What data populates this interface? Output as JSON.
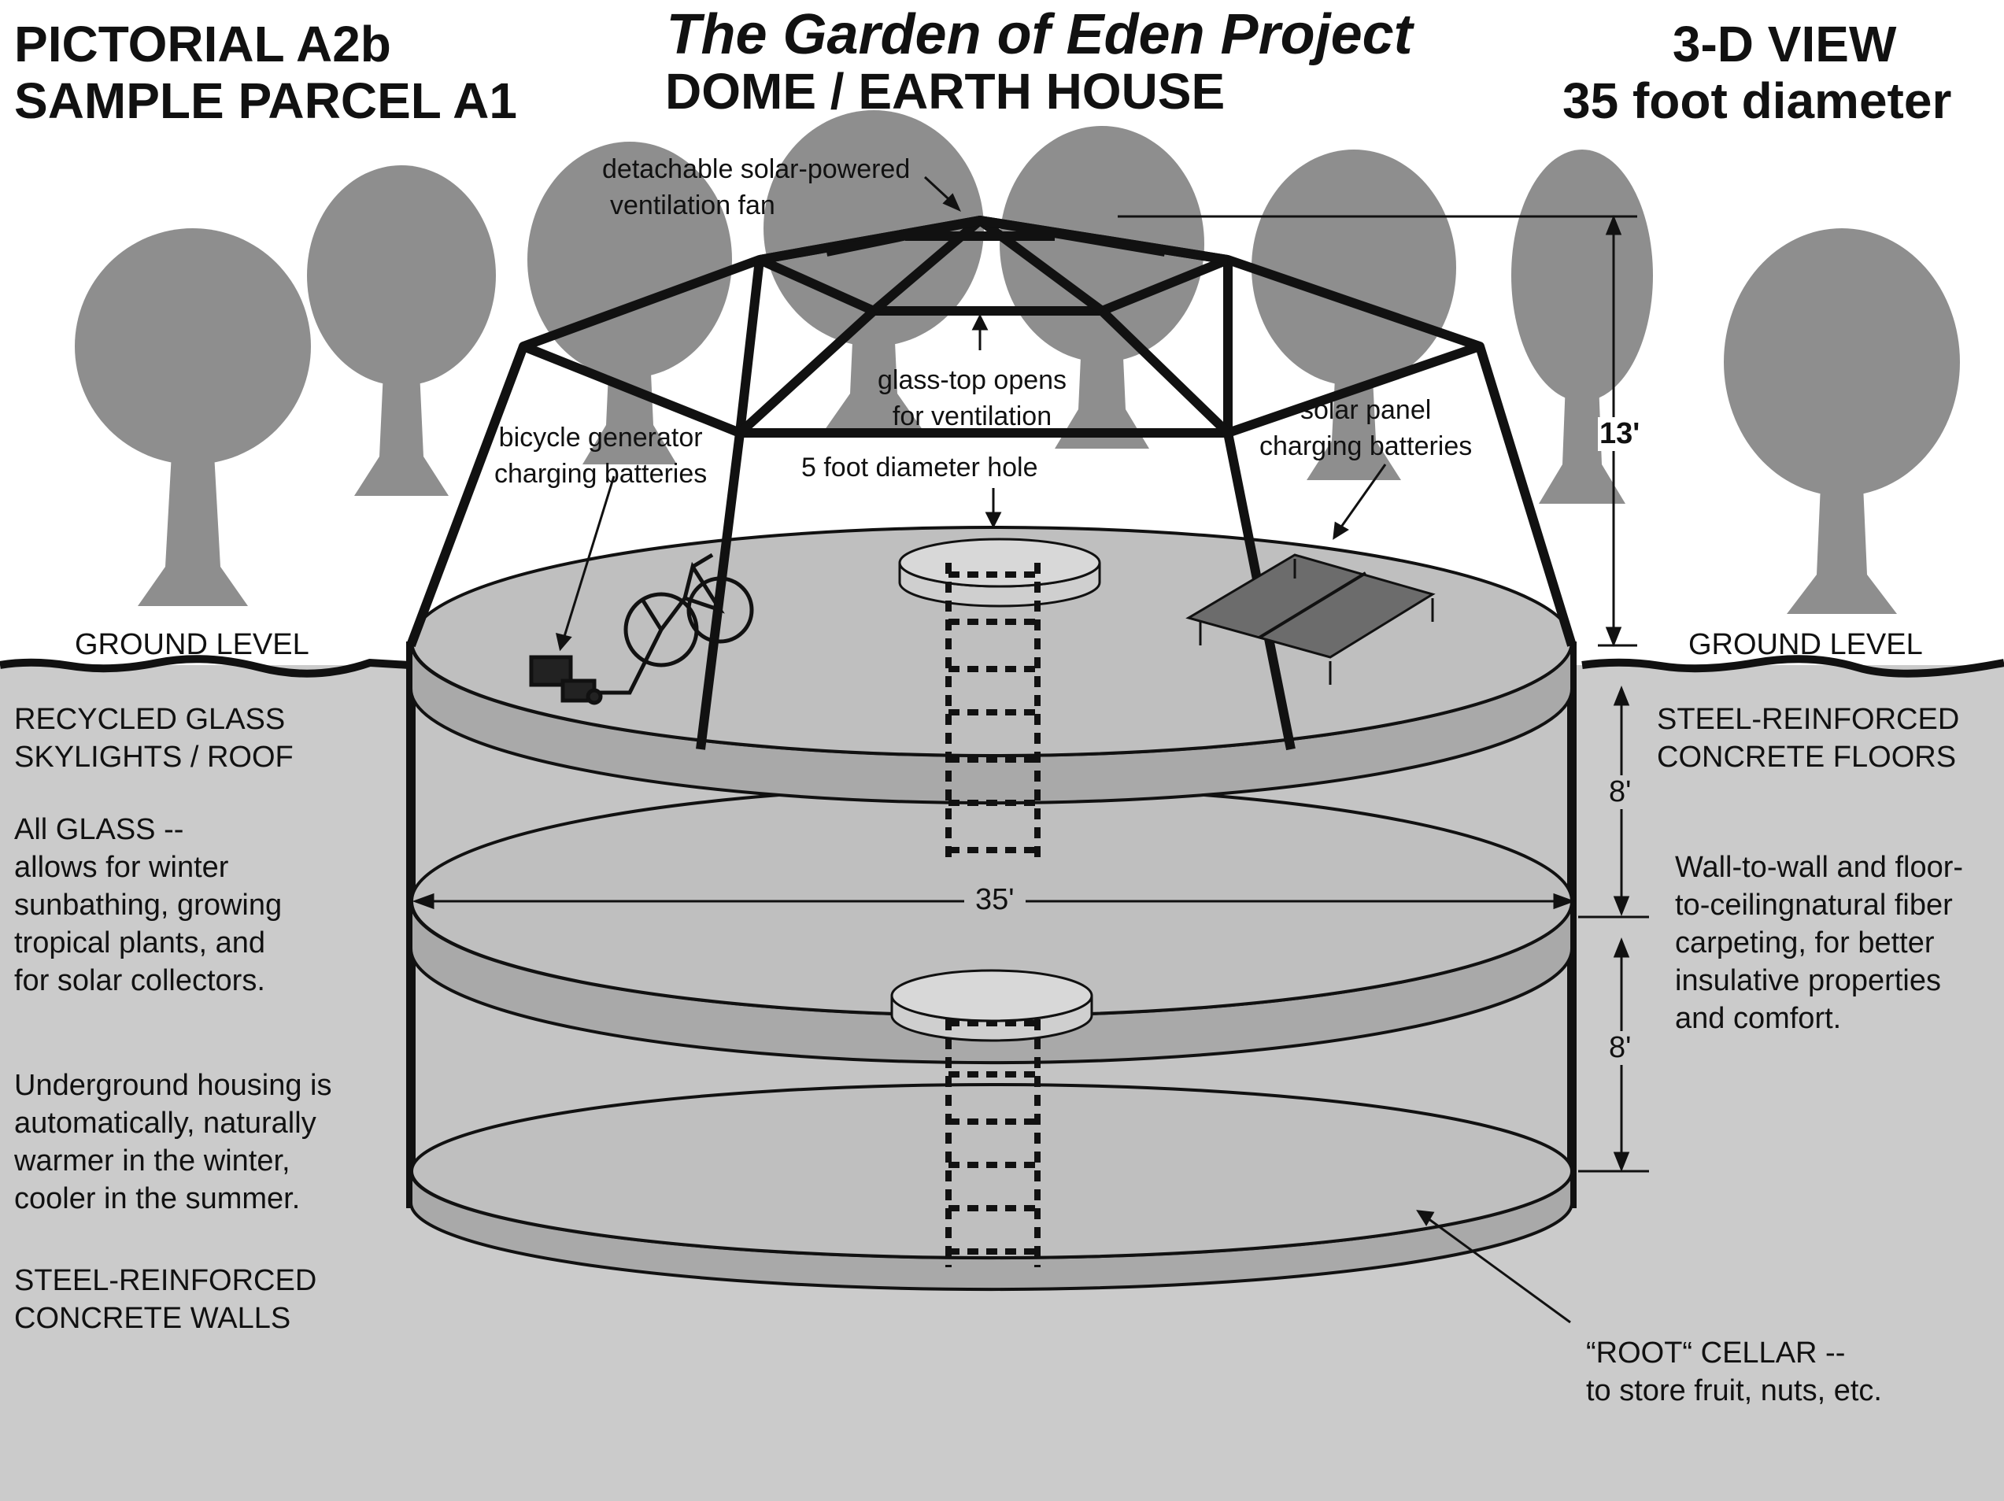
{
  "header": {
    "left": [
      "PICTORIAL A2b",
      "SAMPLE PARCEL  A1"
    ],
    "center_title": "The Garden of Eden Project",
    "center_subtitle": "DOME / EARTH HOUSE",
    "right": [
      "3-D  VIEW",
      "35  foot diameter"
    ]
  },
  "labels": {
    "vent_fan": [
      "detachable solar-powered",
      "ventilation fan"
    ],
    "glass_top": [
      "glass-top opens",
      "for ventilation"
    ],
    "bicycle": [
      "bicycle generator",
      "charging batteries"
    ],
    "hole": "5 foot diameter hole",
    "solar_panel": [
      "solar panel",
      "charging batteries"
    ],
    "ground_left": "GROUND LEVEL",
    "ground_right": "GROUND LEVEL",
    "skylights": [
      "RECYCLED GLASS",
      "SKYLIGHTS / ROOF"
    ],
    "all_glass": [
      "All GLASS --",
      "allows for winter",
      "sunbathing, growing",
      "tropical plants, and",
      "for solar collectors."
    ],
    "underground": [
      "Underground housing is",
      "automatically, naturally",
      "warmer  in the winter,",
      "cooler in the summer."
    ],
    "walls": [
      "STEEL-REINFORCED",
      "CONCRETE WALLS"
    ],
    "floors": [
      "STEEL-REINFORCED",
      "CONCRETE FLOORS"
    ],
    "carpeting": [
      "Wall-to-wall and floor-",
      "to-ceilingnatural fiber",
      "carpeting, for better",
      "insulative properties",
      "and comfort."
    ],
    "root_cellar": [
      "“ROOT“ CELLAR --",
      "to store fruit, nuts, etc."
    ]
  },
  "dimensions": {
    "height_dome": "13'",
    "diameter": "35'",
    "floor_upper": "8'",
    "floor_lower": "8'"
  },
  "colors": {
    "underground": "#cbcbcb",
    "floor_top": "#bfbfbf",
    "floor_side": "#a9a9a9",
    "tree": "#8e8e8e",
    "frame": "#111111"
  }
}
